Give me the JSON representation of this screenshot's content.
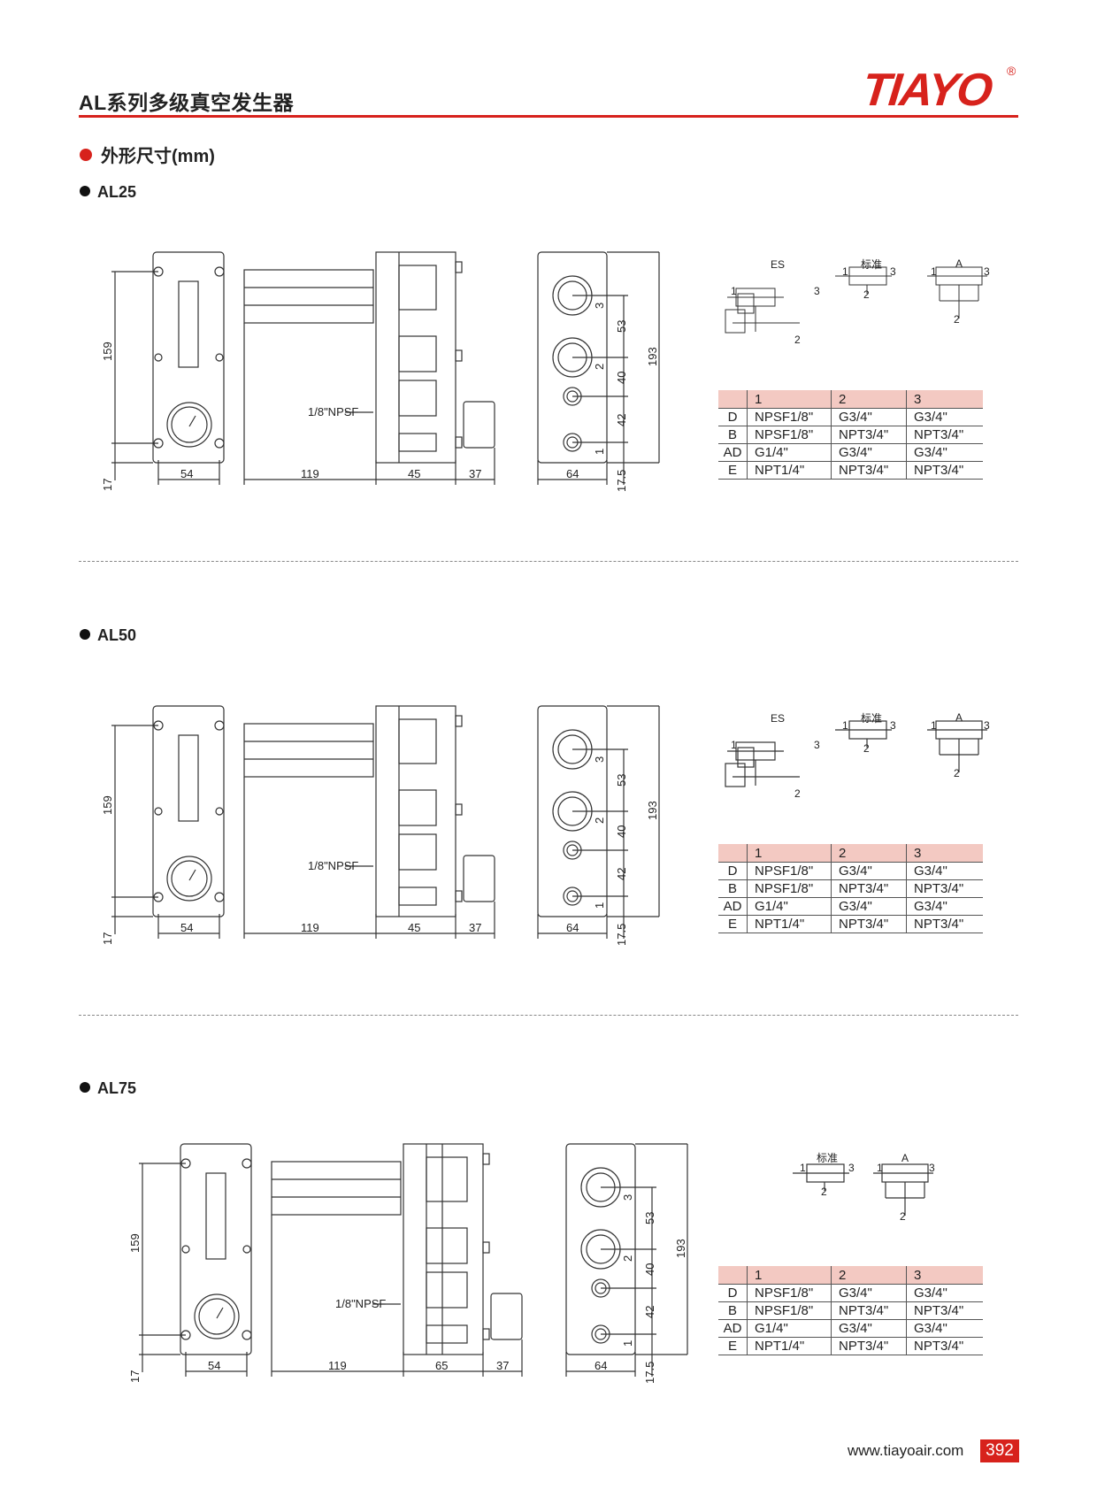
{
  "header": {
    "title": "AL系列多级真空发生器",
    "logo": "TIAYO",
    "logo_mark": "®"
  },
  "section_title": "外形尺寸(mm)",
  "colors": {
    "accent": "#d7221c",
    "table_header": "#f3c9c2"
  },
  "models": [
    {
      "name": "AL25",
      "dims": {
        "height": "159",
        "bottom": "17",
        "width_front": "54",
        "body_length": "119",
        "block_width": "45",
        "gauge_width": "37",
        "side_width": "64",
        "total_height": "193",
        "d53": "53",
        "d40": "40",
        "d42": "42",
        "d175": "17.5",
        "port_label": "1/8\"NPSF"
      },
      "port_numbers": [
        "3",
        "2",
        "1"
      ],
      "symbols": [
        {
          "label": "ES",
          "ports": [
            "1",
            "3",
            "2"
          ]
        },
        {
          "label": "标准",
          "ports": [
            "1",
            "3",
            "2"
          ]
        },
        {
          "label": "A",
          "ports": [
            "1",
            "3",
            "2"
          ]
        }
      ],
      "table": {
        "headers": [
          "",
          "1",
          "2",
          "3"
        ],
        "rows": [
          [
            "D",
            "NPSF1/8\"",
            "G3/4\"",
            "G3/4\""
          ],
          [
            "B",
            "NPSF1/8\"",
            "NPT3/4\"",
            "NPT3/4\""
          ],
          [
            "AD",
            "G1/4\"",
            "G3/4\"",
            "G3/4\""
          ],
          [
            "E",
            "NPT1/4\"",
            "NPT3/4\"",
            "NPT3/4\""
          ]
        ]
      }
    },
    {
      "name": "AL50",
      "dims": {
        "height": "159",
        "bottom": "17",
        "width_front": "54",
        "body_length": "119",
        "block_width": "45",
        "gauge_width": "37",
        "side_width": "64",
        "total_height": "193",
        "d53": "53",
        "d40": "40",
        "d42": "42",
        "d175": "17.5",
        "port_label": "1/8\"NPSF"
      },
      "port_numbers": [
        "3",
        "2",
        "1"
      ],
      "symbols": [
        {
          "label": "ES",
          "ports": [
            "1",
            "3",
            "2"
          ]
        },
        {
          "label": "标准",
          "ports": [
            "1",
            "3",
            "2"
          ]
        },
        {
          "label": "A",
          "ports": [
            "1",
            "3",
            "2"
          ]
        }
      ],
      "table": {
        "headers": [
          "",
          "1",
          "2",
          "3"
        ],
        "rows": [
          [
            "D",
            "NPSF1/8\"",
            "G3/4\"",
            "G3/4\""
          ],
          [
            "B",
            "NPSF1/8\"",
            "NPT3/4\"",
            "NPT3/4\""
          ],
          [
            "AD",
            "G1/4\"",
            "G3/4\"",
            "G3/4\""
          ],
          [
            "E",
            "NPT1/4\"",
            "NPT3/4\"",
            "NPT3/4\""
          ]
        ]
      }
    },
    {
      "name": "AL75",
      "dims": {
        "height": "159",
        "bottom": "17",
        "width_front": "54",
        "body_length": "119",
        "block_width": "65",
        "gauge_width": "37",
        "side_width": "64",
        "total_height": "193",
        "d53": "53",
        "d40": "40",
        "d42": "42",
        "d175": "17.5",
        "port_label": "1/8\"NPSF"
      },
      "port_numbers": [
        "3",
        "2",
        "1"
      ],
      "symbols": [
        {
          "label": "标准",
          "ports": [
            "1",
            "3",
            "2"
          ]
        },
        {
          "label": "A",
          "ports": [
            "1",
            "3",
            "2"
          ]
        }
      ],
      "table": {
        "headers": [
          "",
          "1",
          "2",
          "3"
        ],
        "rows": [
          [
            "D",
            "NPSF1/8\"",
            "G3/4\"",
            "G3/4\""
          ],
          [
            "B",
            "NPSF1/8\"",
            "NPT3/4\"",
            "NPT3/4\""
          ],
          [
            "AD",
            "G1/4\"",
            "G3/4\"",
            "G3/4\""
          ],
          [
            "E",
            "NPT1/4\"",
            "NPT3/4\"",
            "NPT3/4\""
          ]
        ]
      }
    }
  ],
  "footer": {
    "url": "www.tiayoair.com",
    "page": "392"
  }
}
